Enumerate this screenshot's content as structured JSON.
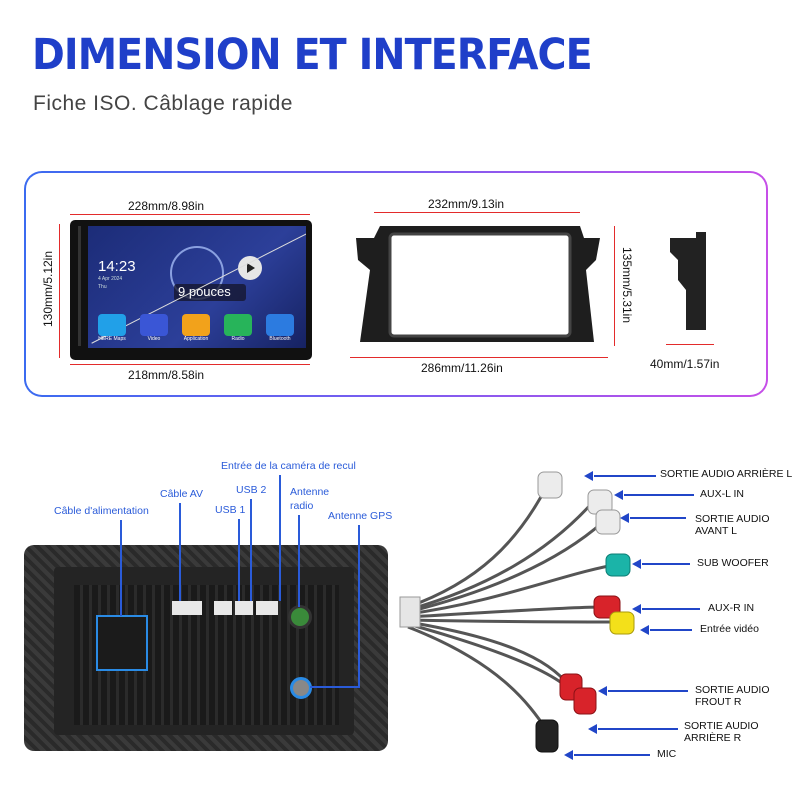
{
  "header": {
    "title": "DIMENSION ET INTERFACE",
    "subtitle": "Fiche ISO. Câblage rapide"
  },
  "dimensions": {
    "screen_width_top": "228mm/8.98in",
    "screen_width_bottom": "218mm/8.58in",
    "screen_height": "130mm/5.12in",
    "frame_width_top": "232mm/9.13in",
    "frame_width_bottom": "286mm/11.26in",
    "frame_height": "135mm/5.31in",
    "depth": "40mm/1.57in"
  },
  "screen": {
    "time": "14:23",
    "date": "4 Apr 2024",
    "day": "Thu",
    "size_badge": "9 pouces",
    "apps": [
      "HERE Maps",
      "Video",
      "Application",
      "Radio",
      "Bluetooth"
    ],
    "colors": {
      "bg": "#1a2a6e",
      "accent": "#2aa6e8"
    }
  },
  "ports": {
    "power": "Câble d'alimentation",
    "av": "Câble AV",
    "usb1": "USB 1",
    "usb2": "USB 2",
    "camera": "Entrée de la caméra de recul",
    "radio_line1": "Antenne",
    "radio_line2": "radio",
    "gps": "Antenne GPS"
  },
  "harness": {
    "labels": [
      {
        "line1": "SORTIE AUDIO ARRIÈRE L",
        "line2": ""
      },
      {
        "line1": "AUX-L IN",
        "line2": ""
      },
      {
        "line1": "SORTIE AUDIO",
        "line2": "AVANT L"
      },
      {
        "line1": "SUB WOOFER",
        "line2": ""
      },
      {
        "line1": "AUX-R IN",
        "line2": ""
      },
      {
        "line1": "Entrée vidéo",
        "line2": ""
      },
      {
        "line1": "SORTIE AUDIO",
        "line2": "FROUT R"
      },
      {
        "line1": "SORTIE AUDIO",
        "line2": "ARRIÈRE R"
      },
      {
        "line1": "MIC",
        "line2": ""
      }
    ],
    "arrow_color": "#2146c8"
  }
}
